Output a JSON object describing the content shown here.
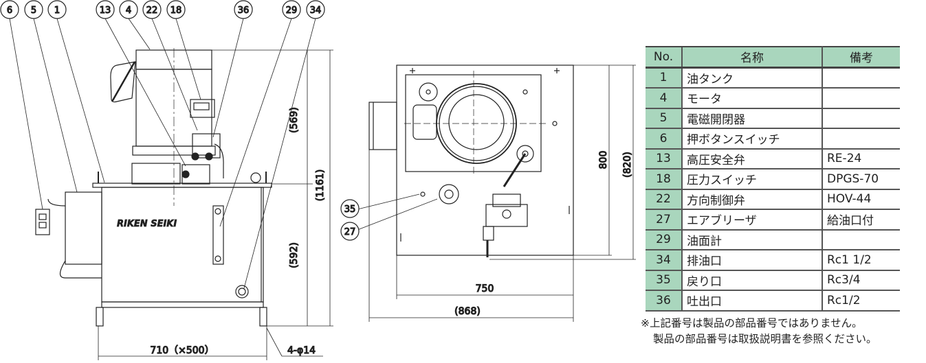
{
  "callouts_side": [
    "6",
    "5",
    "1",
    "13",
    "4",
    "22",
    "18",
    "36",
    "29",
    "34"
  ],
  "callouts_top": [
    "35",
    "27"
  ],
  "brand_label": "RIKEN SEIKI",
  "dimensions_side": {
    "upper": "(569)",
    "lower": "(592)",
    "total": "(1161)",
    "width": "710（×500）",
    "holes": "4-φ14"
  },
  "dimensions_top": {
    "depth": "800",
    "depth_overall": "(820)",
    "width": "750",
    "width_overall": "(868)"
  },
  "table": {
    "headers": [
      "No.",
      "名称",
      "備考"
    ],
    "rows": [
      {
        "no": "1",
        "name": "油タンク",
        "remark": ""
      },
      {
        "no": "4",
        "name": "モータ",
        "remark": ""
      },
      {
        "no": "5",
        "name": "電磁開閉器",
        "remark": ""
      },
      {
        "no": "6",
        "name": "押ボタンスイッチ",
        "remark": ""
      },
      {
        "no": "13",
        "name": "高圧安全弁",
        "remark": "RE-24"
      },
      {
        "no": "18",
        "name": "圧力スイッチ",
        "remark": "DPGS-70"
      },
      {
        "no": "22",
        "name": "方向制御弁",
        "remark": "HOV-44"
      },
      {
        "no": "27",
        "name": "エアブリーザ",
        "remark": "給油口付"
      },
      {
        "no": "29",
        "name": "油面計",
        "remark": ""
      },
      {
        "no": "34",
        "name": "排油口",
        "remark": "Rc1 1/2"
      },
      {
        "no": "35",
        "name": "戻り口",
        "remark": "Rc3/4"
      },
      {
        "no": "36",
        "name": "吐出口",
        "remark": "Rc1/2"
      }
    ]
  },
  "notes": [
    "※上記番号は製品の部品番号ではありません。",
    "製品の部品番号は取扱説明書を参照ください。"
  ],
  "colors": {
    "table_header": "#a9d6bd",
    "line": "#222222"
  }
}
